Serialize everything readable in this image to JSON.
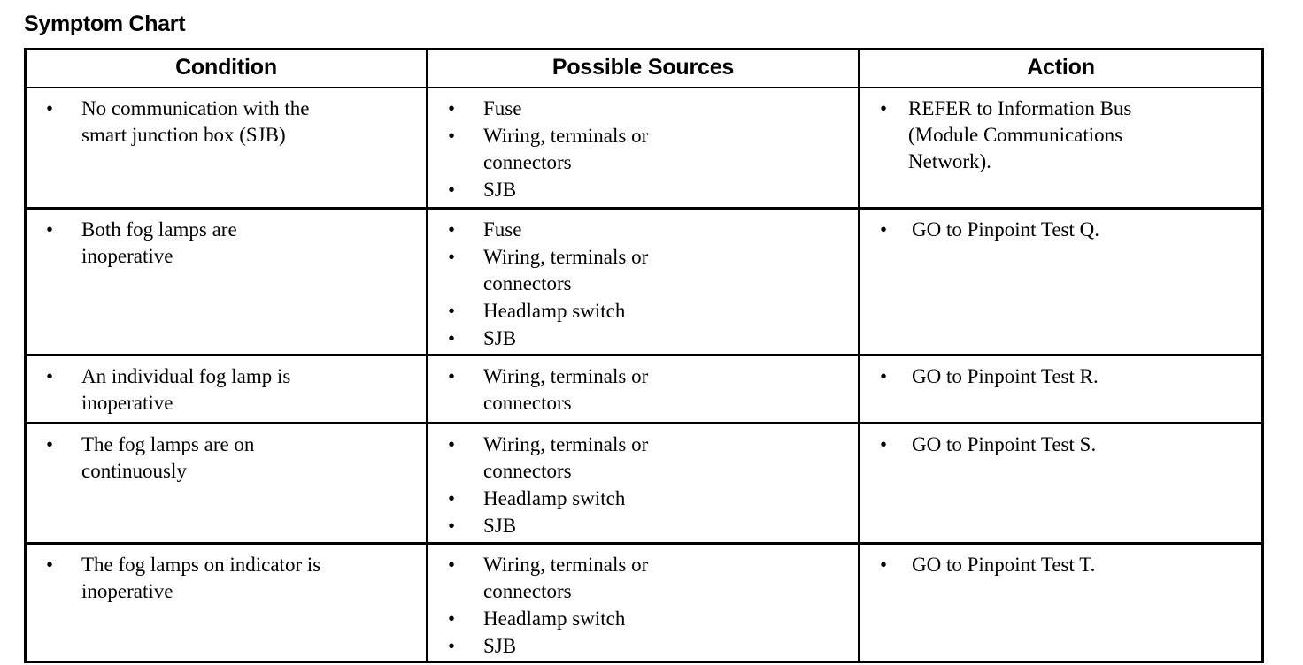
{
  "page": {
    "title": "Symptom Chart"
  },
  "table": {
    "headers": [
      {
        "label": "Condition"
      },
      {
        "label": "Possible Sources"
      },
      {
        "label": "Action"
      }
    ],
    "rows": [
      {
        "condition": [
          "No communication with the\nsmart junction box (SJB)"
        ],
        "possible_sources": [
          "Fuse",
          "Wiring, terminals or\nconnectors",
          "SJB"
        ],
        "action": [
          "REFER to Information Bus\n(Module Communications\nNetwork)."
        ]
      },
      {
        "condition": [
          "Both fog lamps are\ninoperative"
        ],
        "possible_sources": [
          "Fuse",
          "Wiring, terminals or\nconnectors",
          "Headlamp switch",
          "SJB"
        ],
        "action": [
          "GO to Pinpoint Test Q."
        ]
      },
      {
        "condition": [
          "An individual fog lamp is\ninoperative"
        ],
        "possible_sources": [
          "Wiring, terminals or\nconnectors"
        ],
        "action": [
          "GO to Pinpoint Test R."
        ]
      },
      {
        "condition": [
          "The fog lamps are on\ncontinuously"
        ],
        "possible_sources": [
          "Wiring, terminals or\nconnectors",
          "Headlamp switch",
          "SJB"
        ],
        "action": [
          "GO to Pinpoint Test S."
        ]
      },
      {
        "condition": [
          "The fog lamps on indicator is\ninoperative"
        ],
        "possible_sources": [
          "Wiring, terminals or\nconnectors",
          "Headlamp switch",
          "SJB"
        ],
        "action": [
          "GO to Pinpoint Test T."
        ]
      }
    ],
    "bullet_glyph": "•"
  },
  "colors": {
    "text": "#000000",
    "background": "#ffffff",
    "border": "#000000"
  }
}
